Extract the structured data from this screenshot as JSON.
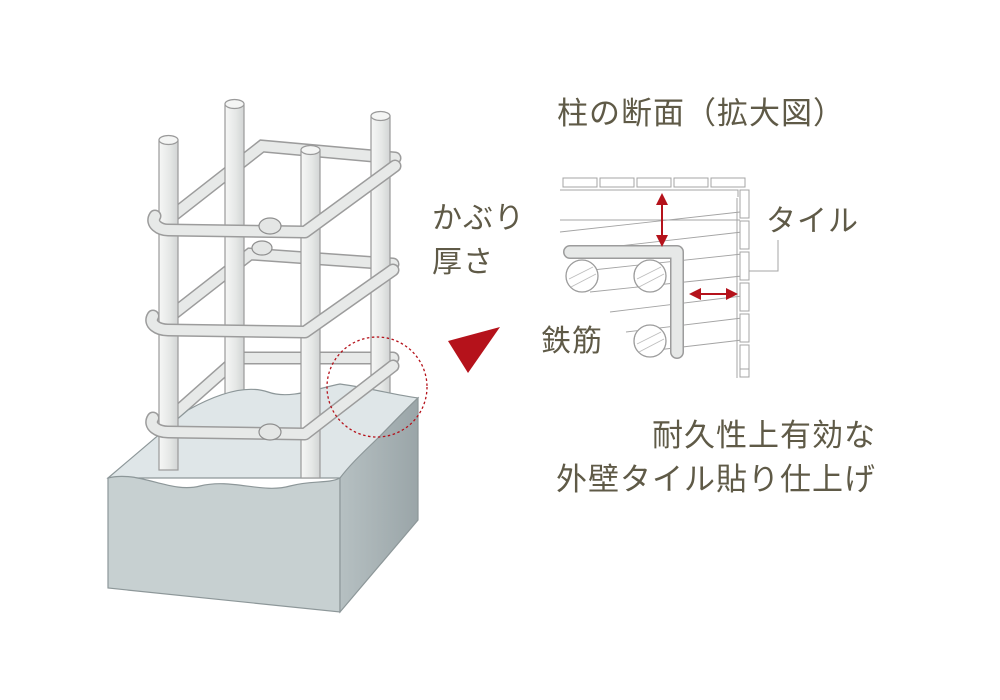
{
  "diagram": {
    "title": "柱の断面（拡大図）",
    "labels": {
      "cover_thickness_line1": "かぶり",
      "cover_thickness_line2": "厚さ",
      "tile": "タイル",
      "rebar": "鉄筋"
    },
    "caption_line1": "耐久性上有効な",
    "caption_line2": "外壁タイル貼り仕上げ"
  },
  "colors": {
    "text": "#5f5a47",
    "accent": "#b5121b",
    "concrete_front": "#c7d0d1",
    "concrete_side": "#a9b3b6",
    "concrete_top": "#dfe6e8",
    "bar_fill": "#eceeed",
    "outline": "#7d7d7d"
  }
}
